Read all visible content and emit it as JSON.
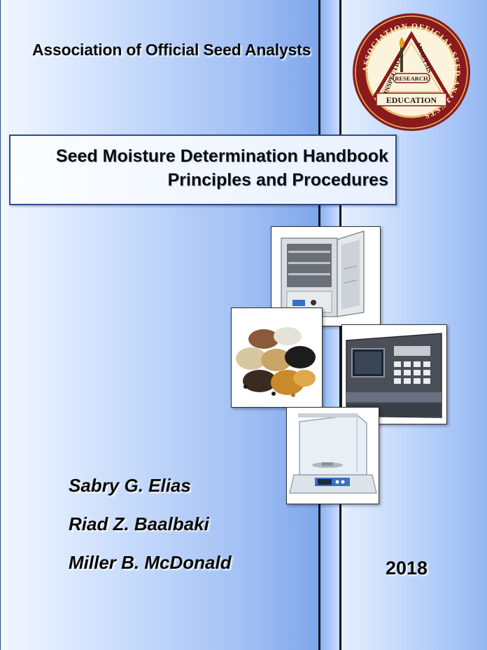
{
  "organization": "Association of Official Seed Analysts",
  "seal": {
    "ring_text": "ASSOCIATION OFFICIAL SEED ANALYSTS",
    "left_side": "INSPECTION",
    "right_side": "ANALYSIS",
    "center": "RESEARCH",
    "bottom": "EDUCATION",
    "colors": {
      "ring": "#8b1a1a",
      "gold": "#e2b86a",
      "cream": "#fbf3dc"
    }
  },
  "title": {
    "line1": "Seed Moisture Determination Handbook",
    "line2": "Principles and Procedures"
  },
  "images": {
    "oven": "drying-oven",
    "seeds": "seed-samples",
    "meter": "moisture-meter",
    "balance": "analytical-balance"
  },
  "authors": [
    "Sabry G. Elias",
    "Riad Z. Baalbaki",
    "Miller B. McDonald"
  ],
  "year": "2018",
  "colors": {
    "background": "#a9c8f7",
    "divider": "#0d1320",
    "title_border": "#2b4f8e"
  }
}
